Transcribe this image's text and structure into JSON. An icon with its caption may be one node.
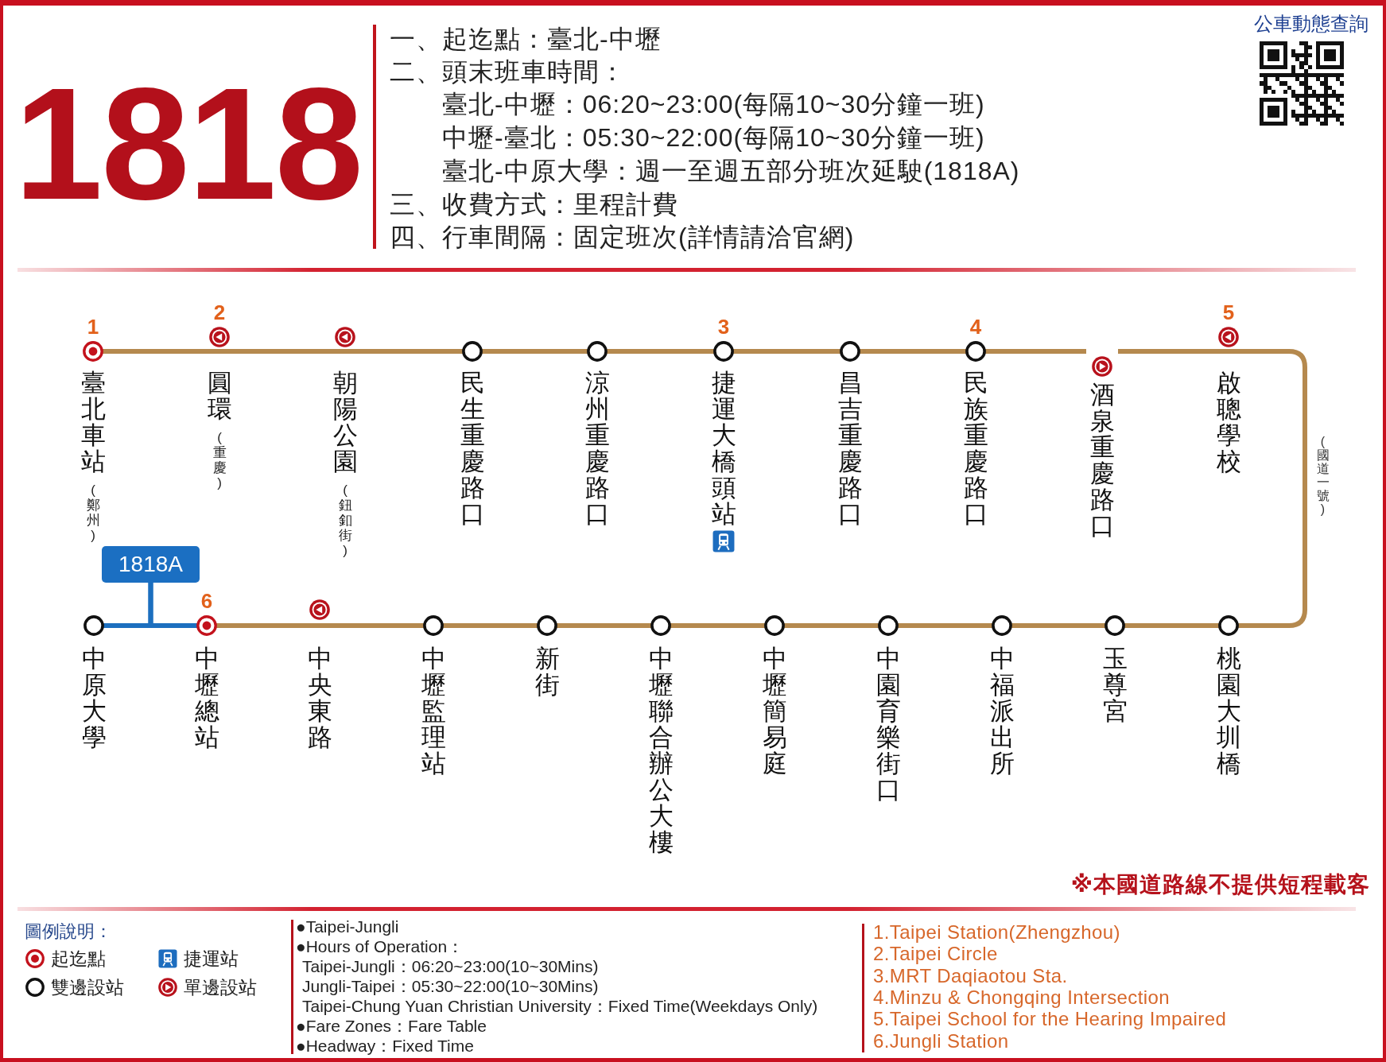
{
  "diagram": {
    "title": "1818",
    "nodes": [
      {
        "text": [
          "臺北車站",
          "(鄭州)"
        ],
        "beside": [
          "1"
        ]
      },
      {
        "text": [
          "圓環",
          "(重慶)"
        ],
        "beside": [
          "2"
        ]
      },
      {
        "text": [
          "朝陽公園",
          "(鈕釦街)"
        ]
      },
      {
        "text": [
          "民生重慶路口"
        ]
      },
      {
        "text": [
          "涼州重慶路口"
        ]
      },
      {
        "text": [
          "捷運大橋頭站"
        ],
        "beside": [
          "3"
        ]
      },
      {
        "text": [
          "昌吉重慶路口"
        ]
      },
      {
        "text": [
          "民族重慶路口"
        ],
        "beside": [
          "4"
        ]
      },
      {
        "text": [
          "酒泉重慶路口"
        ]
      },
      {
        "text": [
          "啟聰學校"
        ],
        "beside": [
          "5"
        ]
      },
      {
        "text": [
          "1818A"
        ]
      },
      {
        "text": [
          "中原大學"
        ]
      },
      {
        "text": [
          "中壢總站"
        ],
        "beside": [
          "6"
        ]
      },
      {
        "text": [
          "中央東路"
        ]
      },
      {
        "text": [
          "中壢監理站"
        ]
      },
      {
        "text": [
          "新街"
        ]
      },
      {
        "text": [
          "中壢聯合辦公大樓"
        ]
      },
      {
        "text": [
          "中壢簡易庭"
        ]
      },
      {
        "text": [
          "中園育樂街口"
        ]
      },
      {
        "text": [
          "中福派出所"
        ]
      },
      {
        "text": [
          "玉尊宮"
        ]
      },
      {
        "text": [
          "桃園大圳橋"
        ]
      }
    ],
    "edges": [
      {
        "from": 0,
        "to": 1,
        "arrow": "none"
      },
      {
        "from": 1,
        "to": 2,
        "arrow": "none"
      },
      {
        "from": 2,
        "to": 3,
        "arrow": "none"
      },
      {
        "from": 3,
        "to": 4,
        "arrow": "none"
      },
      {
        "from": 4,
        "to": 5,
        "arrow": "none"
      },
      {
        "from": 5,
        "to": 6,
        "arrow": "none"
      },
      {
        "from": 6,
        "to": 7,
        "arrow": "none"
      },
      {
        "from": 7,
        "to": 8,
        "arrow": "none"
      },
      {
        "from": 8,
        "to": 9,
        "arrow": "none"
      },
      {
        "from": 9,
        "to": 21,
        "arrow": "none",
        "label": "(國道一號)"
      },
      {
        "from": 21,
        "to": 20,
        "arrow": "none"
      },
      {
        "from": 20,
        "to": 19,
        "arrow": "none"
      },
      {
        "from": 19,
        "to": 18,
        "arrow": "none"
      },
      {
        "from": 18,
        "to": 17,
        "arrow": "none"
      },
      {
        "from": 17,
        "to": 16,
        "arrow": "none"
      },
      {
        "from": 16,
        "to": 15,
        "arrow": "none"
      },
      {
        "from": 15,
        "to": 14,
        "arrow": "none"
      },
      {
        "from": 14,
        "to": 13,
        "arrow": "none"
      },
      {
        "from": 13,
        "to": 12,
        "arrow": "none"
      },
      {
        "from": 10,
        "to": 12,
        "arrow": "none",
        "color": "#1c6fbf"
      },
      {
        "from": 10,
        "to": 11,
        "arrow": "none",
        "color": "#1c6fbf"
      }
    ],
    "labels": [
      "一、起迄點：臺北-中壢",
      "二、頭末班車時間：",
      "臺北-中壢：06:20~23:00(每隔10~30分鐘一班)",
      "中壢-臺北：05:30~22:00(每隔10~30分鐘一班)",
      "臺北-中原大學：週一至週五部分班次延駛(1818A)",
      "三、收費方式：里程計費",
      "四、行車間隔：固定班次(詳情請洽官網)",
      "公車動態查詢",
      "※本國道路線不提供短程載客",
      "圖例說明：",
      "●Taipei-Jungli",
      "●Hours of Operation：",
      "Taipei-Jungli：06:20~23:00(10~30Mins)",
      "Jungli-Taipei：05:30~22:00(10~30Mins)",
      "Taipei-Chung Yuan Christian University：Fixed Time(Weekdays Only)",
      "●Fare Zones：Fare Table",
      "●Headway：Fixed Time",
      "1.Taipei Station(Zhengzhou)",
      "2.Taipei Circle",
      "3.MRT Daqiaotou Sta.",
      "4.Minzu & Chongqing Intersection",
      "5.Taipei School for the Hearing Impaired",
      "6.Jungli Station"
    ],
    "legend": [
      {
        "text": "起迄點"
      },
      {
        "text": "捷運站"
      },
      {
        "text": "雙邊設站"
      },
      {
        "text": "單邊設站"
      }
    ]
  }
}
